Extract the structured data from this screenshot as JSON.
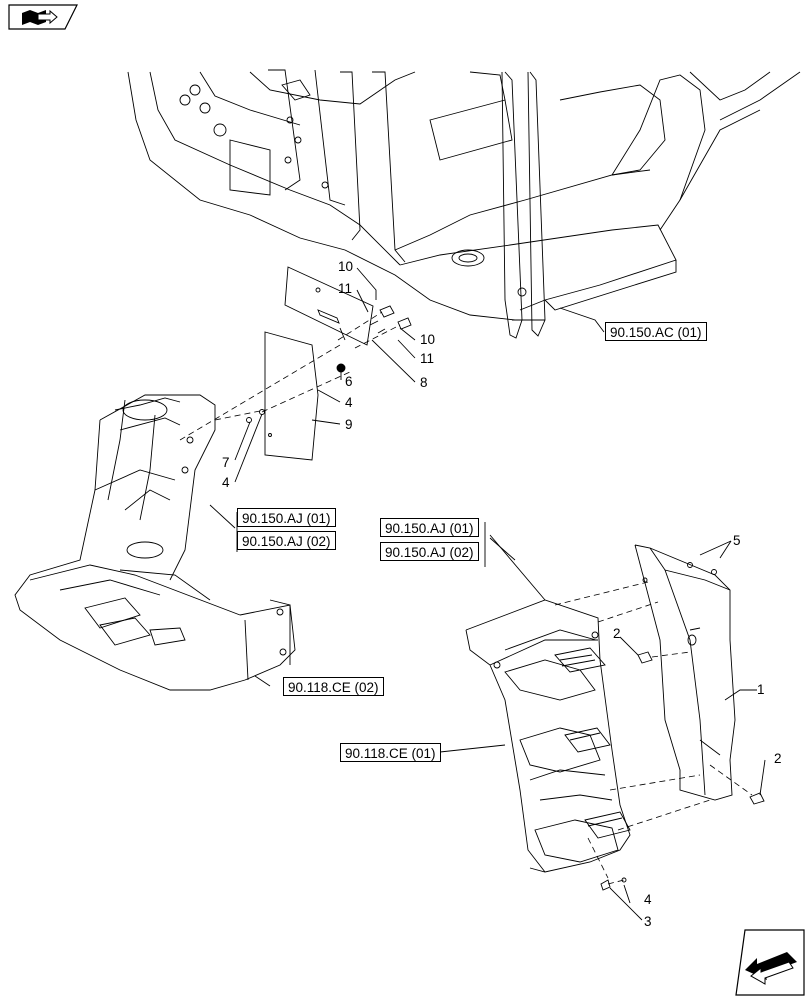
{
  "nav": {
    "top_left_icon": "book-arrow-icon",
    "bottom_right_icon": "previous-page-arrow-icon"
  },
  "references": {
    "ref_ac": "90.150.AC (01)",
    "ref_aj1_left": "90.150.AJ (01)",
    "ref_aj2_left": "90.150.AJ (02)",
    "ref_aj1_right": "90.150.AJ (01)",
    "ref_aj2_right": "90.150.AJ (02)",
    "ref_ce2": "90.118.CE (02)",
    "ref_ce1": "90.118.CE (01)"
  },
  "callouts": {
    "c10a": "10",
    "c11a": "11",
    "c10b": "10",
    "c11b": "11",
    "c8": "8",
    "c6": "6",
    "c4a": "4",
    "c9": "9",
    "c7": "7",
    "c4b": "4",
    "c5": "5",
    "c2a": "2",
    "c1": "1",
    "c2b": "2",
    "c4c": "4",
    "c3": "3"
  },
  "colors": {
    "line": "#000000",
    "background": "#ffffff"
  }
}
